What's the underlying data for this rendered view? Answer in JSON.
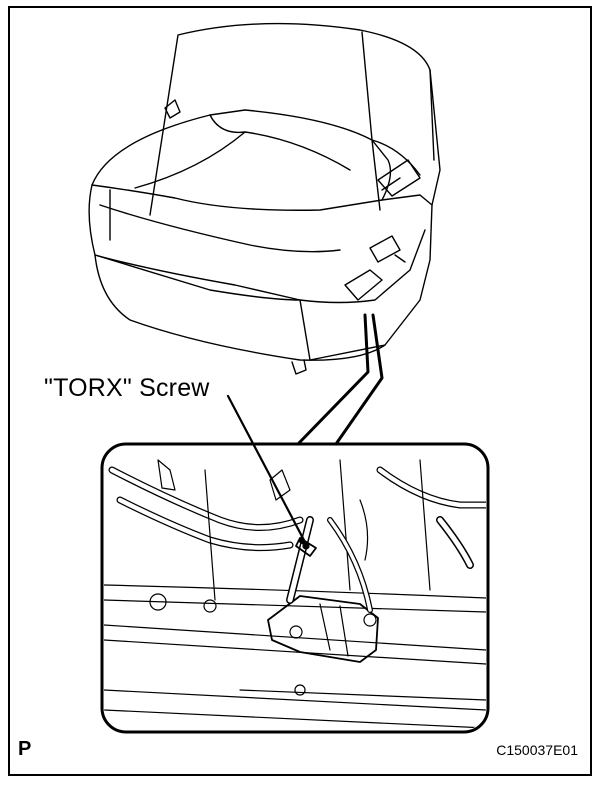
{
  "callout": {
    "label": "\"TORX\" Screw"
  },
  "footer": {
    "corner_letter": "P",
    "figure_code": "C150037E01"
  }
}
